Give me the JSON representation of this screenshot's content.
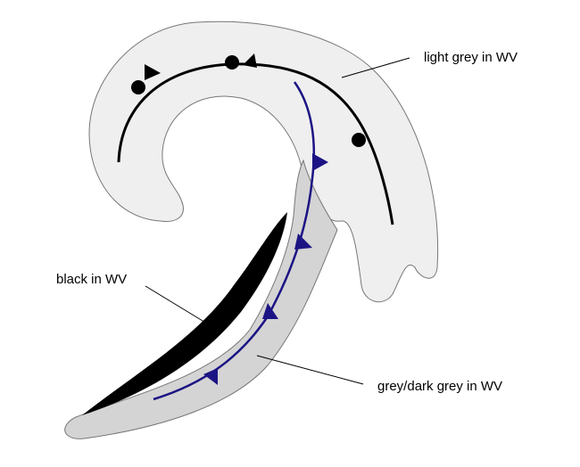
{
  "diagram": {
    "labels": {
      "light_grey": "light grey in WV",
      "black": "black in WV",
      "dark_grey": "grey/dark grey in WV"
    },
    "colors": {
      "light_grey_fill": "#efefef",
      "dark_grey_fill": "#d4d4d4",
      "black_fill": "#000000",
      "occluded_front": "#000000",
      "cold_front": "#1c1484",
      "outline": "#777777"
    },
    "fronts": [
      {
        "name": "occluded-front",
        "type": "occluded"
      },
      {
        "name": "cold-front",
        "type": "cold"
      }
    ]
  }
}
